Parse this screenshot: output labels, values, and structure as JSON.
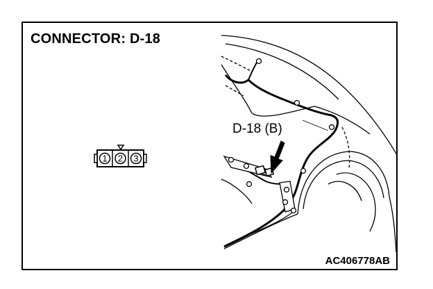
{
  "header": {
    "title": "CONNECTOR: D-18"
  },
  "connector": {
    "pins": [
      "1",
      "2",
      "3"
    ]
  },
  "callout": {
    "label": "D-18 (B)"
  },
  "footer": {
    "code": "AC406778AB"
  }
}
